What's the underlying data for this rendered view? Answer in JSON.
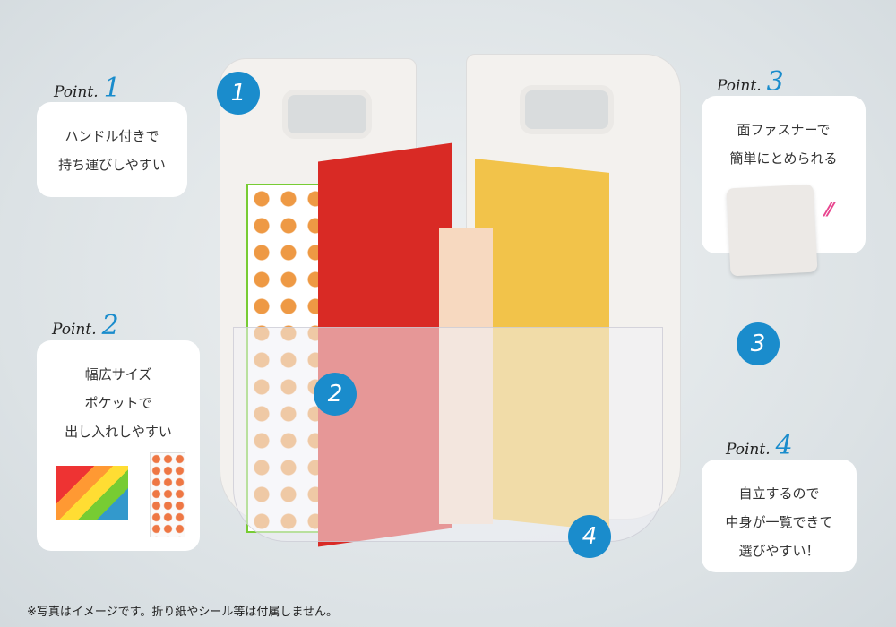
{
  "points": [
    {
      "label": "Point.",
      "num": "1",
      "lines": [
        "ハンドル付きで",
        "持ち運びしやすい"
      ]
    },
    {
      "label": "Point.",
      "num": "2",
      "lines": [
        "幅広サイズ",
        "ポケットで",
        "出し入れしやすい"
      ]
    },
    {
      "label": "Point.",
      "num": "3",
      "lines": [
        "面ファスナーで",
        "簡単にとめられる"
      ]
    },
    {
      "label": "Point.",
      "num": "4",
      "lines": [
        "自立するので",
        "中身が一覧できて",
        "選びやすい！"
      ]
    }
  ],
  "badges": [
    "1",
    "2",
    "3",
    "4"
  ],
  "footnote": "※写真はイメージです。折り紙やシール等は付属しません。",
  "colors": {
    "accent": "#1a8ccc",
    "background": "#dde3e6",
    "spark": "#e8468f"
  }
}
